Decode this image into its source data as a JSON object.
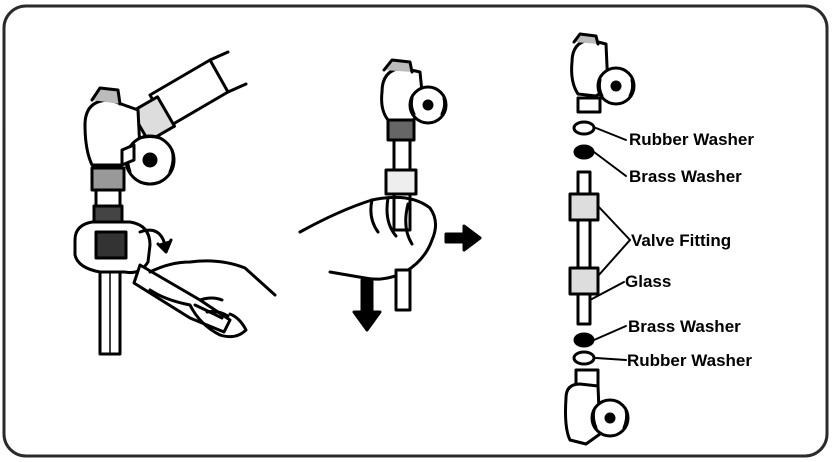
{
  "labels": {
    "rubber_washer_top": "Rubber Washer",
    "brass_washer_top": "Brass Washer",
    "valve_fitting": "Valve Fitting",
    "glass": "Glass",
    "brass_washer_bottom": "Brass Washer",
    "rubber_washer_bottom": "Rubber Washer"
  },
  "steps": [
    {
      "description_icon": "wrench-loosening-nut"
    },
    {
      "description_icon": "pull-glass-down"
    },
    {
      "description_icon": "exploded-view"
    }
  ],
  "colors": {
    "stroke": "#000000",
    "frame": "#2a2a2a",
    "background": "#ffffff"
  }
}
